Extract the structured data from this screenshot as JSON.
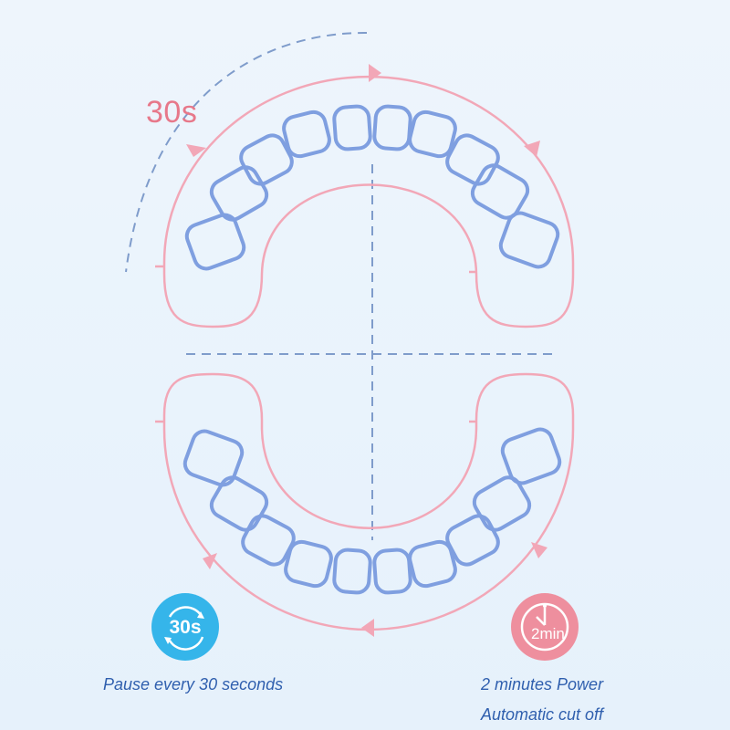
{
  "timer_label": "30s",
  "badges": {
    "pause": {
      "text": "30s",
      "icon": "timer-30s-icon",
      "color": "#35b5ea"
    },
    "power": {
      "text_num": "2",
      "text_unit": "min",
      "icon": "clock-2min-icon",
      "color": "#ee8f9e"
    }
  },
  "captions": {
    "pause": "Pause every 30 seconds",
    "power_line1": "2 minutes Power",
    "power_line2": "Automatic cut off"
  },
  "colors": {
    "tooth_outline": "#7f9fe0",
    "path": "#f2a7b7",
    "guide": "#7f9ccb",
    "caption": "#2f5fae"
  }
}
